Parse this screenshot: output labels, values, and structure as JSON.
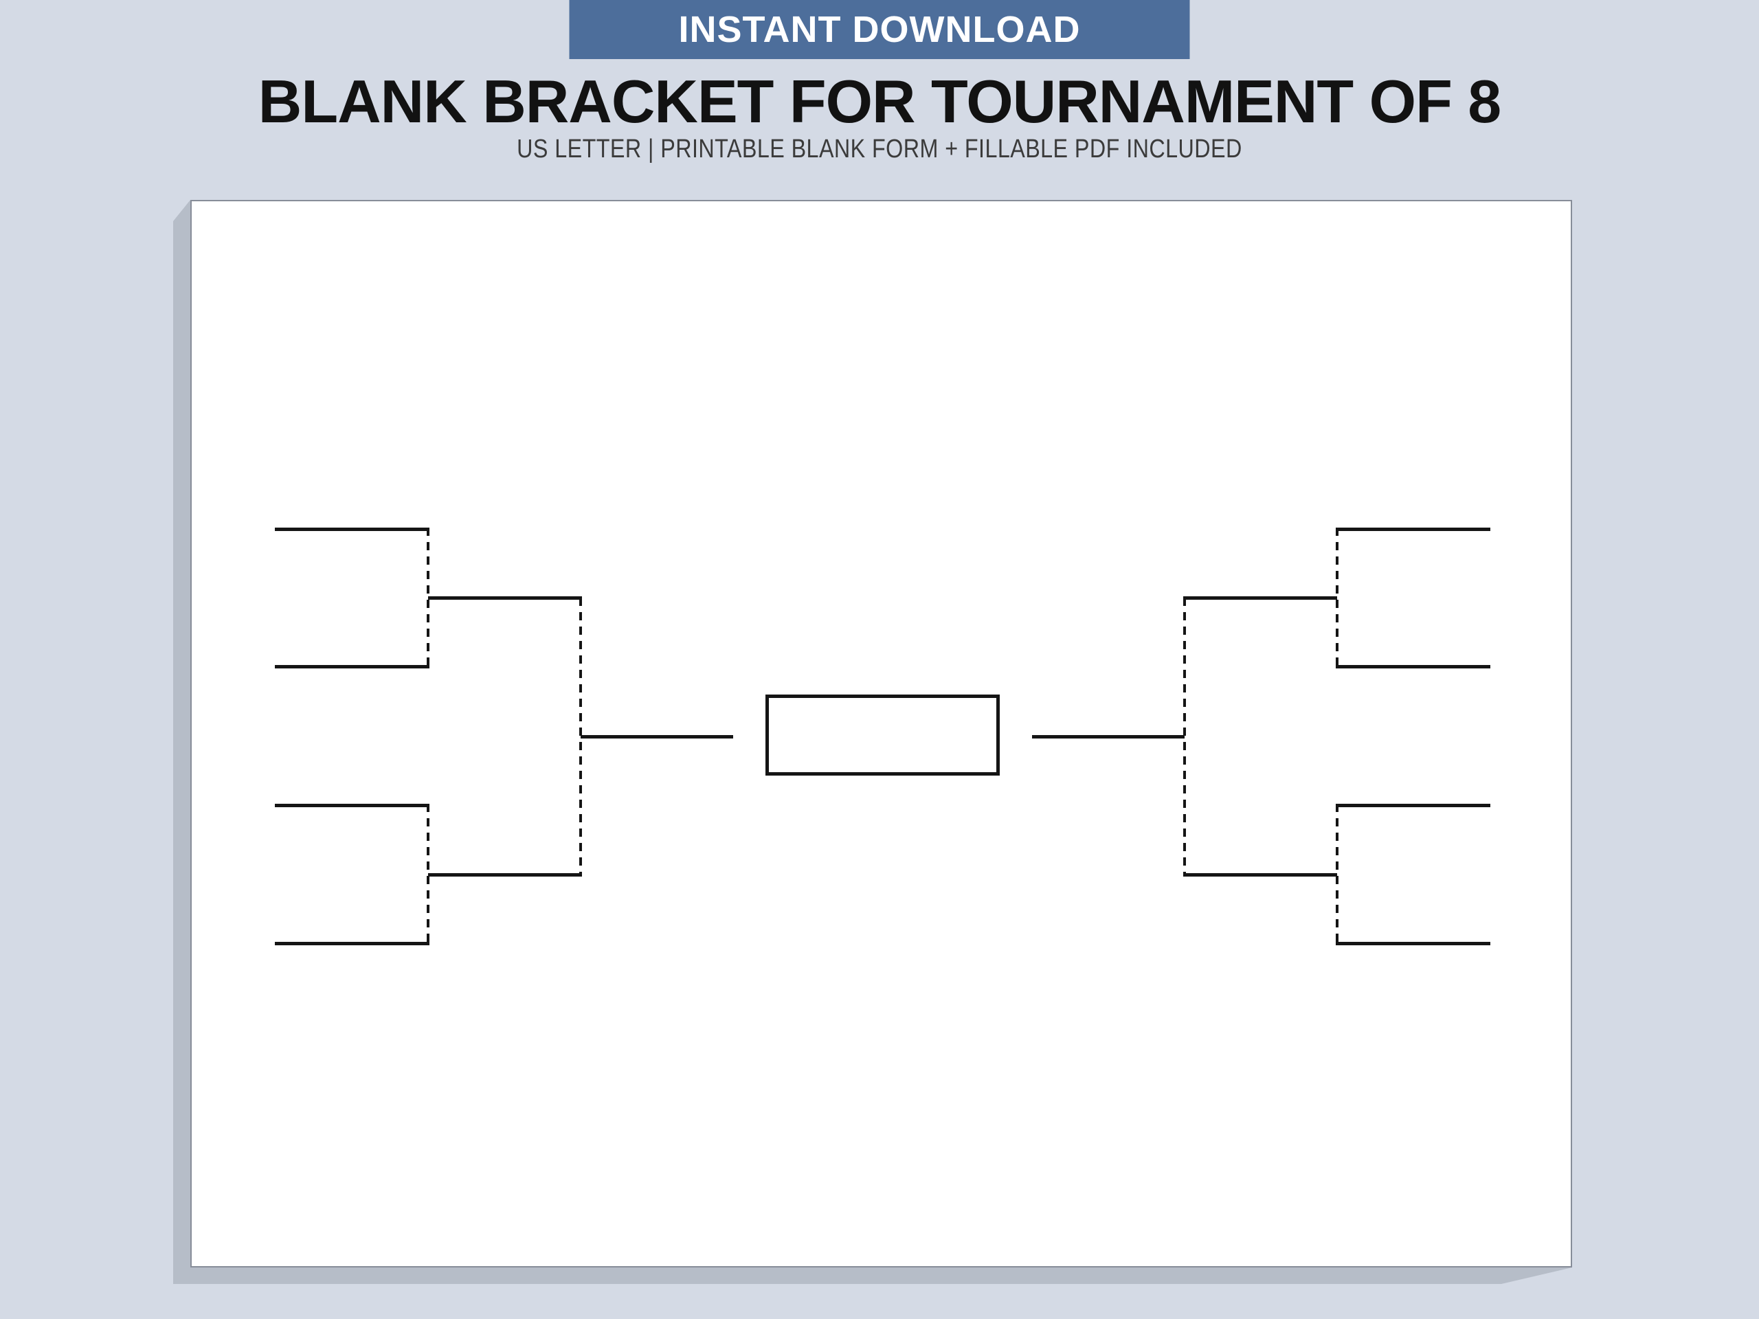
{
  "banner": {
    "label": "INSTANT DOWNLOAD"
  },
  "header": {
    "title": "BLANK BRACKET FOR TOURNAMENT OF 8",
    "subtitle": "US LETTER | PRINTABLE BLANK FORM + FILLABLE PDF INCLUDED"
  },
  "sheet": {
    "description": "blank single-elimination tournament bracket for 8 teams, all slots empty",
    "left_team_slots": 4,
    "right_team_slots": 4,
    "semifinal_slots_per_side": 2,
    "championship_boxes": 1
  },
  "colors": {
    "page_background": "#d4dae5",
    "banner_background": "#4d6e9b",
    "banner_text": "#ffffff",
    "title_text": "#121212",
    "subtitle_text": "#3b3b3b",
    "sheet_background": "#ffffff",
    "sheet_shadow": "#b6bdc8",
    "bracket_lines": "#151515"
  }
}
